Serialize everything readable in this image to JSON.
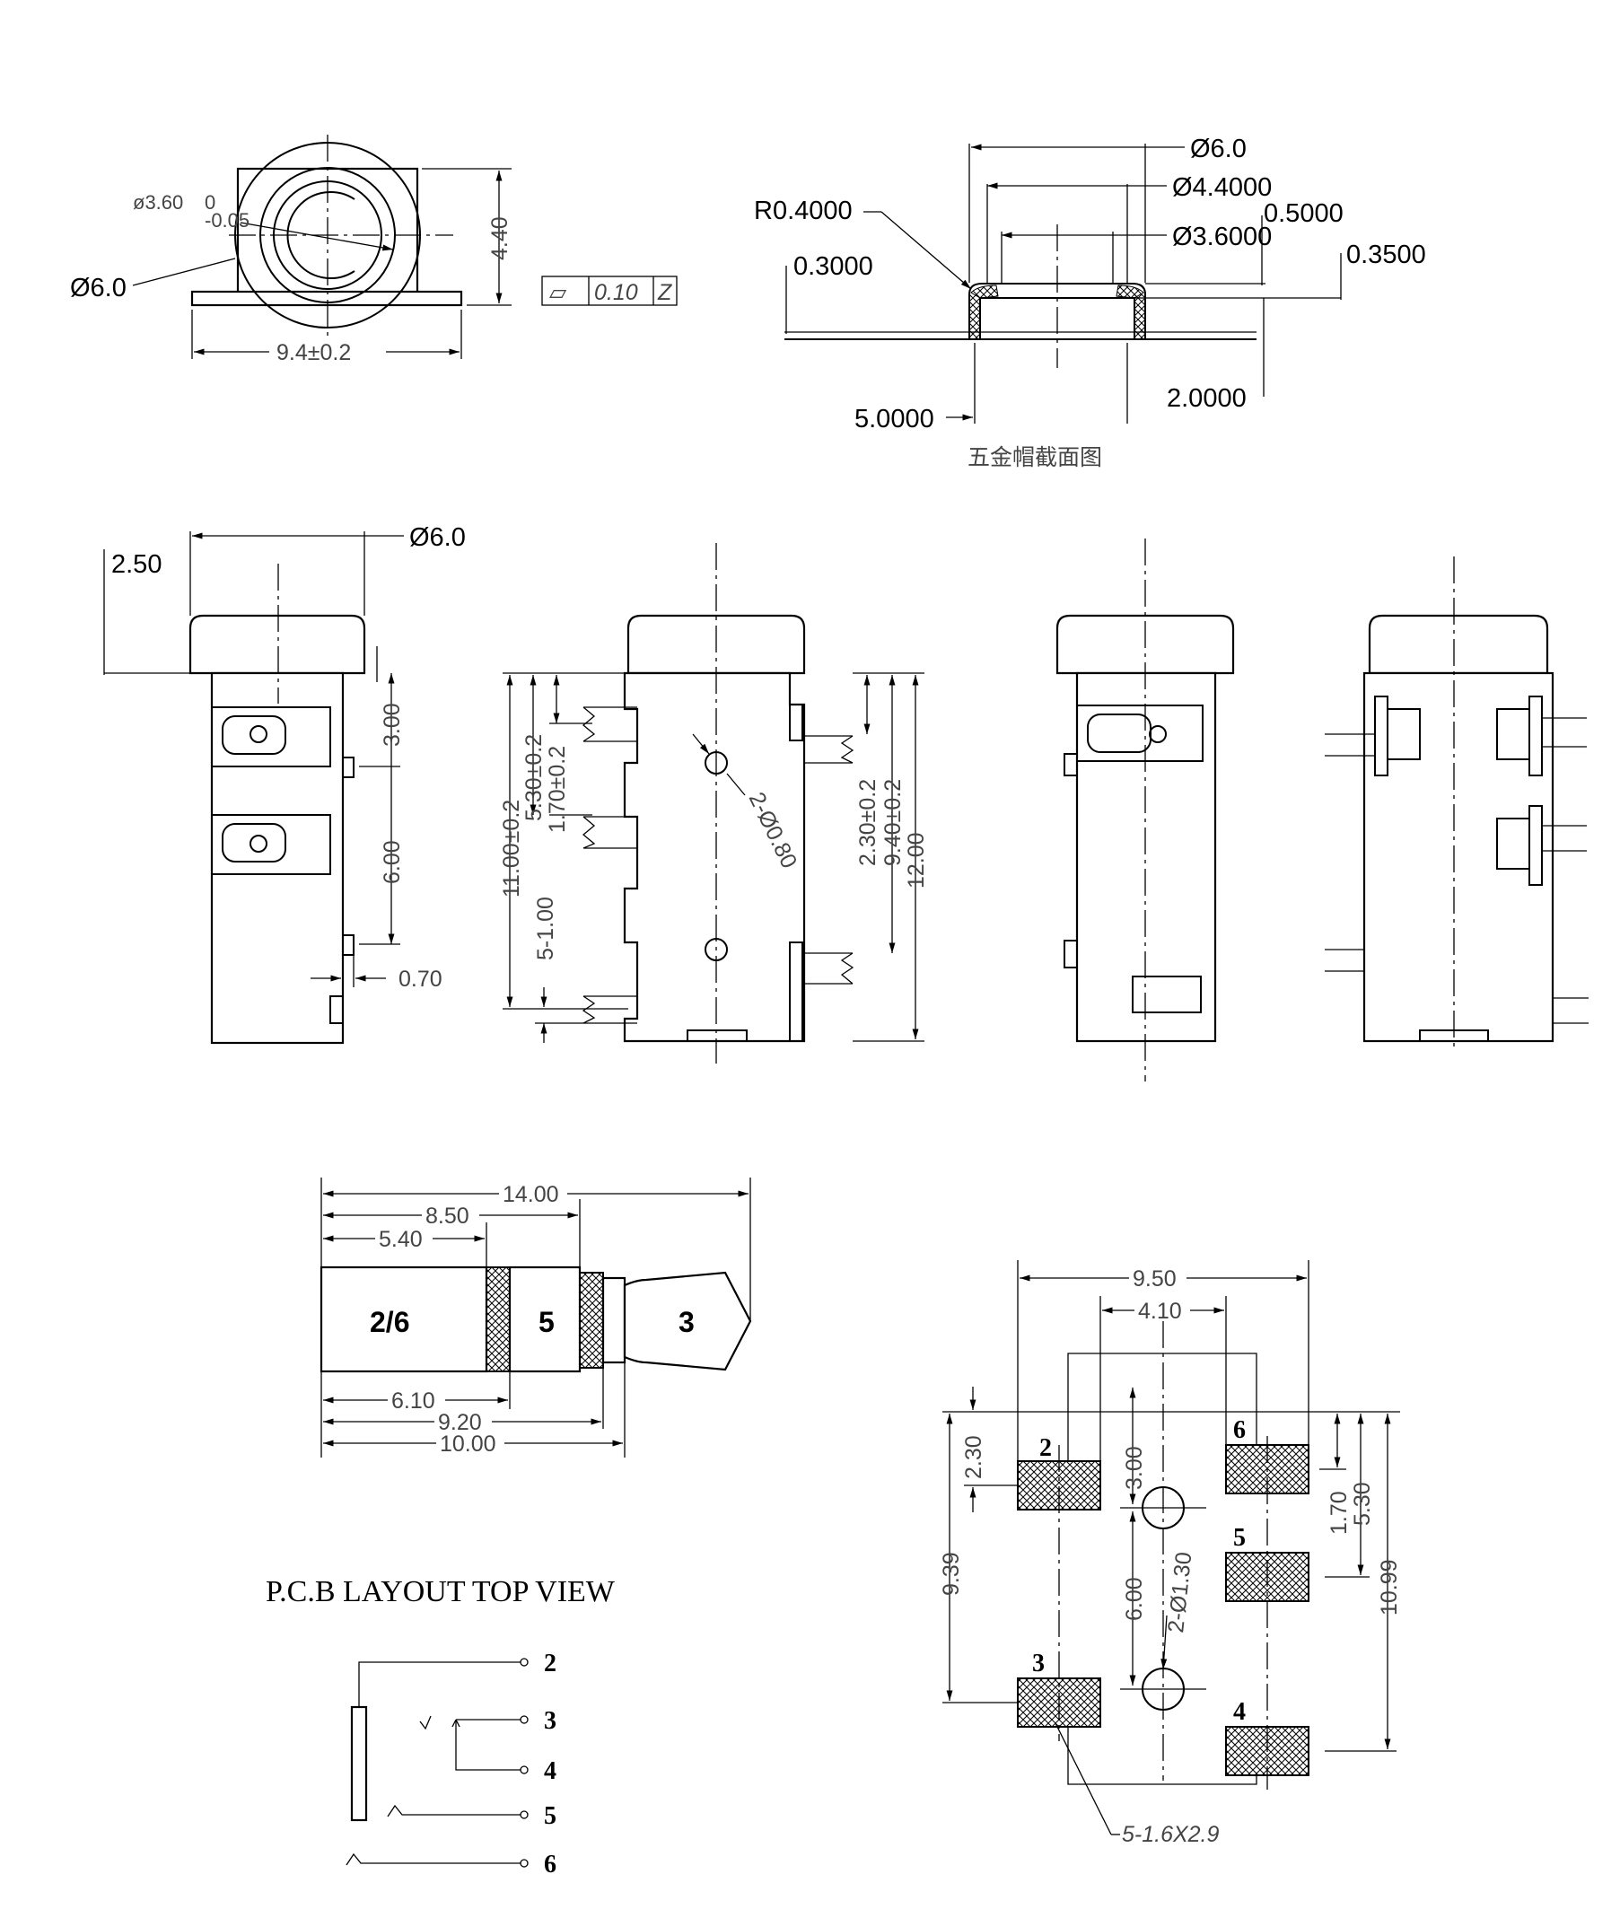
{
  "front_view": {
    "hole_dia_label": "ø3.60",
    "hole_tol_upper": "0",
    "hole_tol_lower": "-0.05",
    "outer_dia_label": "Ø6.0",
    "height_label": "4.40",
    "width_label": "9.4±0.2",
    "flatness_symbol": "▱",
    "flatness_value": "0.10",
    "flatness_datum": "Z"
  },
  "cap_section": {
    "dia_outer": "Ø6.0",
    "dia_mid": "Ø4.4000",
    "dia_inner": "Ø3.6000",
    "radius": "R0.4000",
    "thickness_top": "0.5000",
    "thickness_side": "0.3500",
    "left_step": "0.3000",
    "height": "2.0000",
    "width": "5.0000",
    "caption": "五金帽截面图"
  },
  "side_view_1": {
    "offset": "2.50",
    "dia": "Ø6.0",
    "dim_a": "3.00",
    "dim_b": "6.00",
    "dim_c": "0.70"
  },
  "side_view_2": {
    "dim_total": "11.00±0.2",
    "dim_a": "5.30±0.2",
    "dim_b": "1.70±0.2",
    "dim_pins": "5-1.00",
    "dim_holes": "2-Ø0.80",
    "dim_c": "2.30±0.2",
    "dim_d": "9.40±0.2",
    "dim_e": "12.00"
  },
  "plug": {
    "dim_total": "14.00",
    "dim_a": "8.50",
    "dim_b": "5.40",
    "dim_c": "6.10",
    "dim_d": "9.20",
    "dim_e": "10.00",
    "segments": [
      "2/6",
      "5",
      "3"
    ]
  },
  "pcb": {
    "title": "P.C.B LAYOUT TOP VIEW",
    "dim_width": "9.50",
    "dim_inner": "4.10",
    "dim_23": "2.30",
    "dim_300": "3.00",
    "dim_600": "6.00",
    "dim_939": "9.39",
    "dim_holes": "2-Ø1.30",
    "dim_170": "1.70",
    "dim_530": "5.30",
    "dim_1099": "10.99",
    "pad_note": "5-1.6X2.9",
    "pad_labels": [
      "2",
      "6",
      "5",
      "3",
      "4"
    ]
  },
  "schematic": {
    "pins": [
      "2",
      "3",
      "4",
      "5",
      "6"
    ]
  }
}
